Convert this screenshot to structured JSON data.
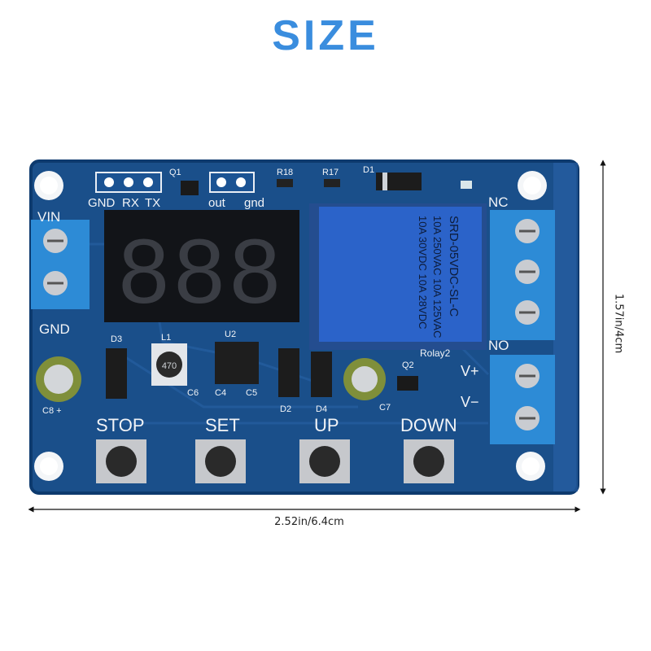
{
  "title": "SIZE",
  "colors": {
    "title": "#3a8dde",
    "pcb": "#1a4f8a",
    "pcb_edge": "#0d3a6e",
    "relay": "#2b63c9",
    "terminal": "#2d8bd6",
    "silkscreen": "#f2f4f7",
    "display": "#121418",
    "segment": "#3a3d44"
  },
  "dimensions": {
    "width_label": "2.52in/6.4cm",
    "height_label": "1.57in/4cm"
  },
  "board": {
    "header_labels": {
      "gnd": "GND",
      "rx": "RX",
      "tx": "TX",
      "out": "out",
      "gnd2": "gnd"
    },
    "component_labels": {
      "q1": "Q1",
      "r18": "R18",
      "r17": "R17",
      "d1": "D1",
      "d2": "D2",
      "d3": "D3",
      "d4": "D4",
      "l1": "L1",
      "u2": "U2",
      "c4": "C4",
      "c5": "C5",
      "c6": "C6",
      "c7": "C7",
      "c8": "C8 +",
      "q2": "Q2",
      "relay_ref": "Rolay2",
      "inductor_value": "470"
    },
    "power_labels": {
      "vin": "VIN",
      "gnd": "GND",
      "nc": "NC",
      "no": "NO",
      "v_plus": "V+",
      "v_minus": "V−"
    },
    "relay_text": [
      "SRD-05VDC-SL-C",
      "10A 250VAC  10A 125VAC",
      "10A 30VDC   10A 28VDC"
    ],
    "display_digits": "888",
    "buttons": {
      "stop": "STOP",
      "set": "SET",
      "up": "UP",
      "down": "DOWN"
    }
  }
}
